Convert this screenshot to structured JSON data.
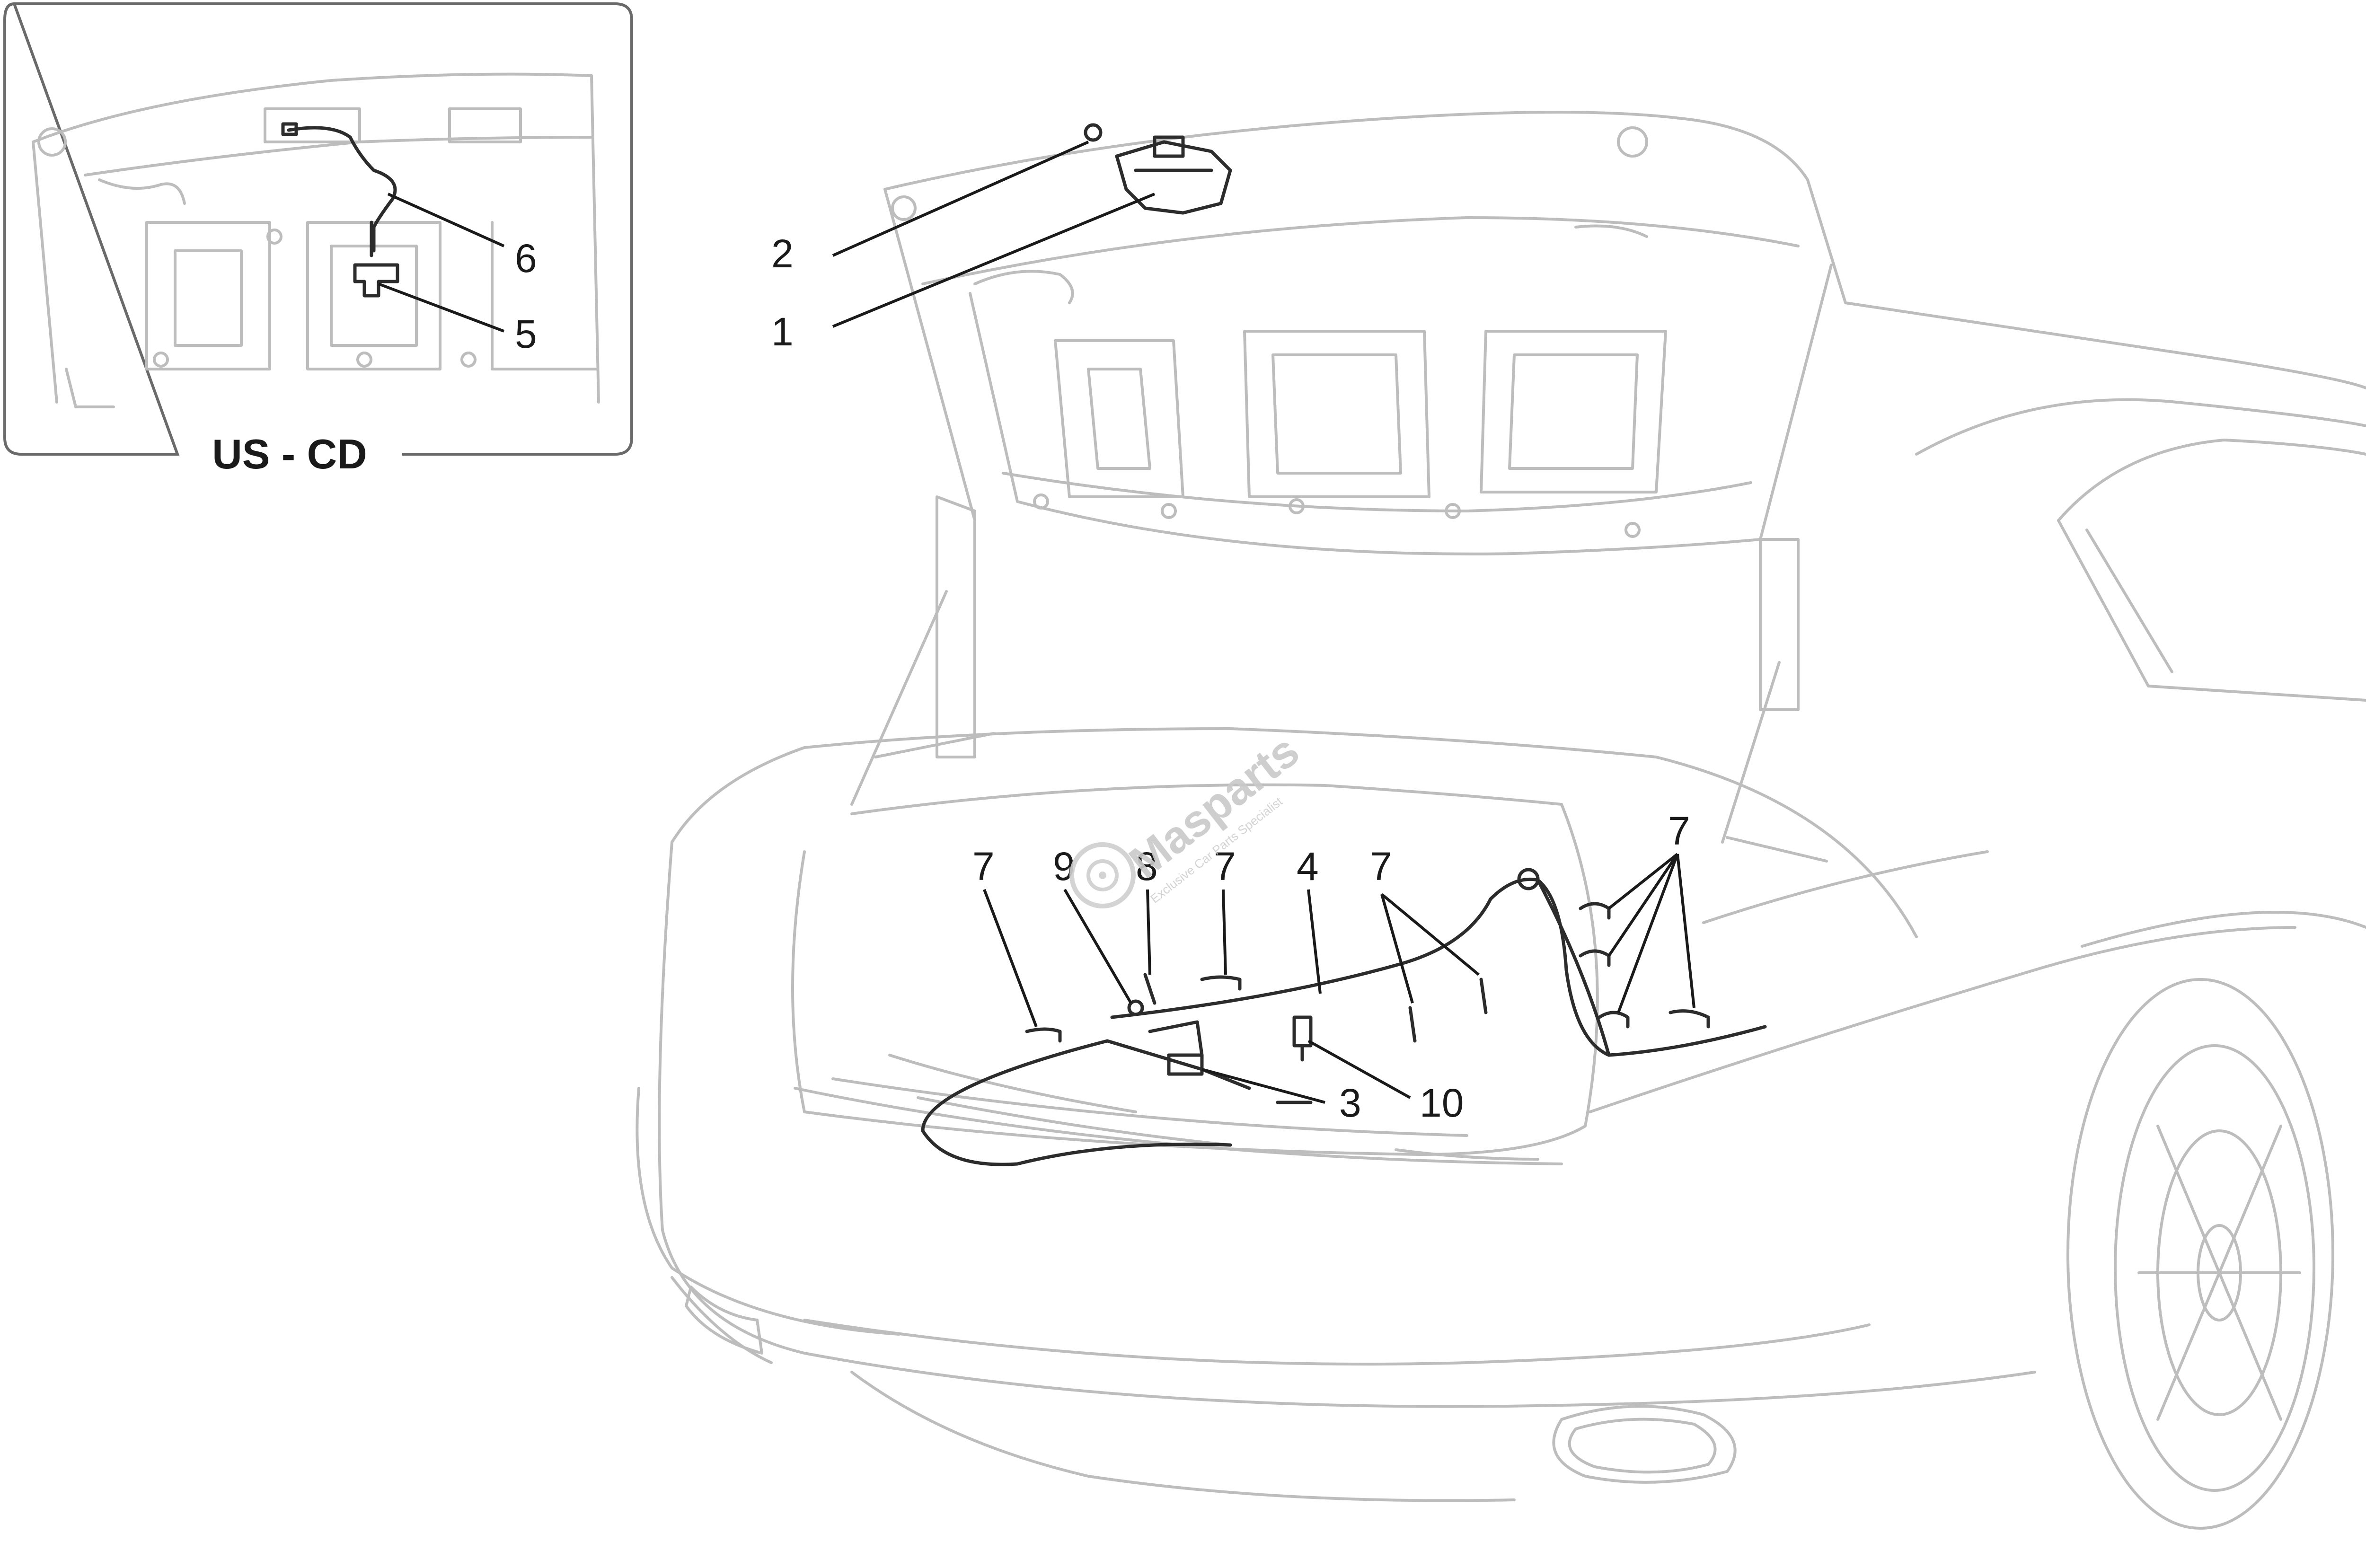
{
  "inset": {
    "caption": "US - CD"
  },
  "callouts": {
    "c1": "1",
    "c2": "2",
    "c3": "3",
    "c4": "4",
    "c5": "5",
    "c6": "6",
    "c7": "7",
    "c8": "8",
    "c9": "9",
    "c10": "10"
  },
  "watermark": {
    "brand": "Masparts",
    "tagline": "Exclusive Car Parts Specialist"
  },
  "colors": {
    "line_art": "#bdbdbd",
    "part_lines": "#2c2c2c",
    "leaders": "#1a1a1a",
    "watermark": "#c9c9c9"
  }
}
